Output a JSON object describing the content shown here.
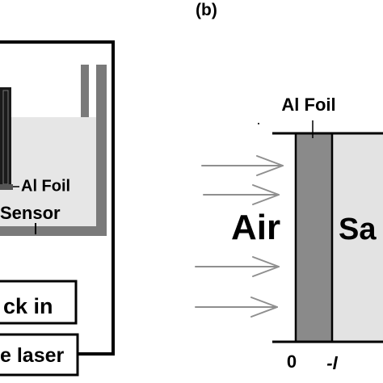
{
  "panel_b": {
    "label": "(b)",
    "foil_label": "Al Foil",
    "air_label": "Air",
    "sample_label_visible": "Sa",
    "axis_zero": "0",
    "axis_minus_l": "-l"
  },
  "panel_a": {
    "foil_label": "Al Foil",
    "sensor_label": "Sensor",
    "lockin_label": "ck in",
    "laser_label": "e laser"
  },
  "colors": {
    "foil": "#8a8a8a",
    "sample": "#e3e3e3",
    "tank": "#7a7a7a",
    "liquid": "#e6e6e6",
    "arrow": "#8f8f8f"
  }
}
